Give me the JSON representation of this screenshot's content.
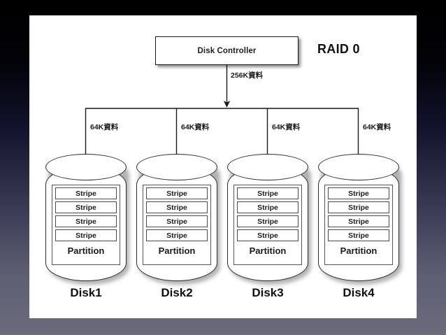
{
  "title": "RAID 0 disk striping diagram",
  "background": {
    "gradient_top": "#000000",
    "gradient_bottom": "#6b6b7d",
    "panel_color": "#ffffff"
  },
  "diagram": {
    "heading": "RAID 0",
    "controller": {
      "label": "Disk Controller"
    },
    "controller_flow_label": "256K資料",
    "stripe_flow_labels": [
      "64K資料",
      "64K資料",
      "64K資料",
      "64K資料"
    ],
    "partition_label": "Partition",
    "stripe_label": "Stripe",
    "disks": [
      {
        "name": "Disk1",
        "flow_label": "64K資料",
        "partition": "Partition",
        "stripes": [
          "Stripe",
          "Stripe",
          "Stripe",
          "Stripe"
        ]
      },
      {
        "name": "Disk2",
        "flow_label": "64K資料",
        "partition": "Partition",
        "stripes": [
          "Stripe",
          "Stripe",
          "Stripe",
          "Stripe"
        ]
      },
      {
        "name": "Disk3",
        "flow_label": "64K資料",
        "partition": "Partition",
        "stripes": [
          "Stripe",
          "Stripe",
          "Stripe",
          "Stripe"
        ]
      },
      {
        "name": "Disk4",
        "flow_label": "64K資料",
        "partition": "Partition",
        "stripes": [
          "Stripe",
          "Stripe",
          "Stripe",
          "Stripe"
        ]
      }
    ],
    "colors": {
      "stroke": "#2b2b2b",
      "text": "#111111",
      "stripe_border": "#4a4a4a"
    }
  }
}
